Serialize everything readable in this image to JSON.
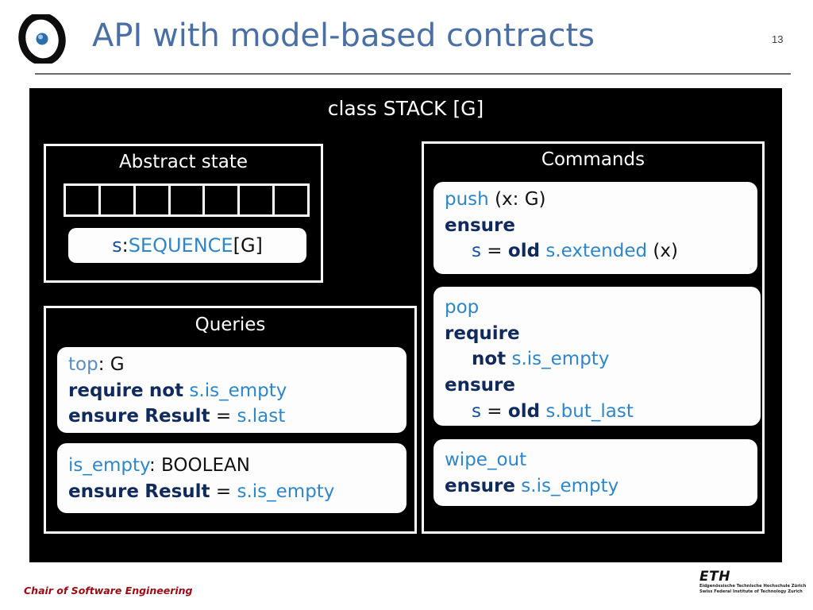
{
  "header": {
    "title": "API with model-based contracts",
    "slide_number": "13",
    "logo_icon": "eye-logo-icon"
  },
  "diagram": {
    "class_title": "class STACK [G]",
    "abstract_state": {
      "title": "Abstract state",
      "cell_count": 7,
      "sequence_label": {
        "var": "s",
        "colon": ": ",
        "type": "SEQUENCE",
        "generic": " [G]"
      }
    },
    "queries": {
      "title": "Queries",
      "cards": [
        {
          "name": "top",
          "signature_suffix": ": G",
          "lines": [
            "require not s.is_empty",
            "ensure Result = s.last"
          ]
        },
        {
          "name": "is_empty",
          "signature_suffix": ": BOOLEAN",
          "lines": [
            "ensure Result = s.is_empty"
          ]
        }
      ]
    },
    "commands": {
      "title": "Commands",
      "cards": [
        {
          "name": "push",
          "signature_suffix": " (x: G)",
          "lines": [
            "ensure",
            "s = old s.extended (x)"
          ]
        },
        {
          "name": "pop",
          "signature_suffix": "",
          "lines": [
            "require",
            "not s.is_empty",
            "ensure",
            "s = old s.but_last"
          ]
        },
        {
          "name": "wipe_out",
          "signature_suffix": "",
          "lines": [
            "ensure s.is_empty"
          ]
        }
      ]
    }
  },
  "footer": {
    "chair": "Chair of Software Engineering",
    "eth": {
      "wordmark": "ETH",
      "line1": "Eidgenössische Technische Hochschule Zürich",
      "line2": "Swiss Federal Institute of Technology Zurich"
    }
  },
  "tokens": {
    "push": "push",
    "pop": "pop",
    "wipe_out": "wipe_out",
    "top": "top",
    "is_empty": "is_empty",
    "require": "require",
    "ensure": "ensure",
    "not": "not",
    "old": "old",
    "result": "Result",
    "eq": "=",
    "s": "s",
    "dot": ".",
    "s_is_empty": "s.is_empty",
    "s_last": "s.last",
    "s_extended": "s.extended",
    "s_but_last": "s.but_last",
    "paren_xg": "(x: G)",
    "paren_x": "(x)",
    "type_g": ": G",
    "type_boolean": ": BOOLEAN"
  },
  "colors": {
    "title_blue": "#4A6FA5",
    "feature_blue": "#2E86C8",
    "keyword_navy": "#102A5C",
    "panel_black": "#000000",
    "card_white": "#FDFDFD",
    "chair_red": "#9B0A12"
  }
}
